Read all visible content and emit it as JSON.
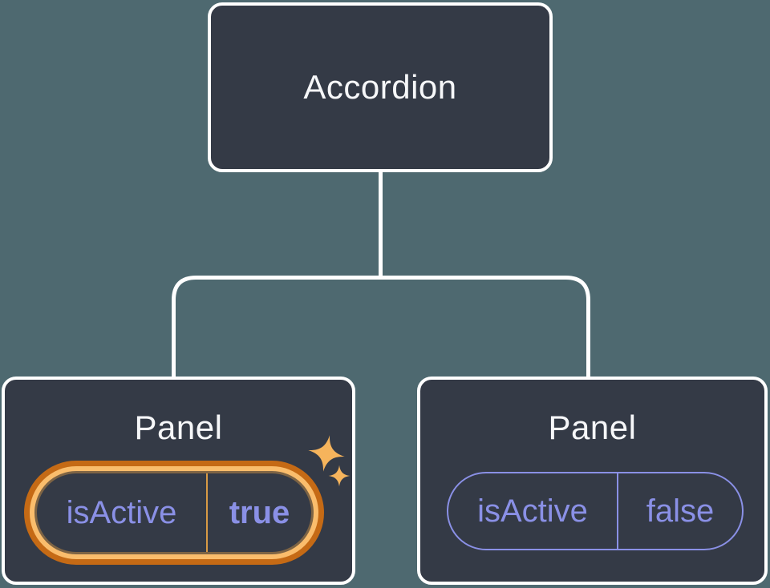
{
  "colors": {
    "bg": "#4E6970",
    "node": "#343A46",
    "line": "#FFFFFF",
    "title": "#F6F7F9",
    "purple": "#8A90E6",
    "gold-dark": "#C56A15",
    "gold-light": "#FABD6C",
    "gold-divider": "#D89A45",
    "sparkle": "#F6B45C"
  },
  "diagram": {
    "root": {
      "label": "Accordion"
    },
    "panels": [
      {
        "title": "Panel",
        "prop_name": "isActive",
        "prop_value": "true",
        "highlighted": true
      },
      {
        "title": "Panel",
        "prop_name": "isActive",
        "prop_value": "false",
        "highlighted": false
      }
    ]
  }
}
